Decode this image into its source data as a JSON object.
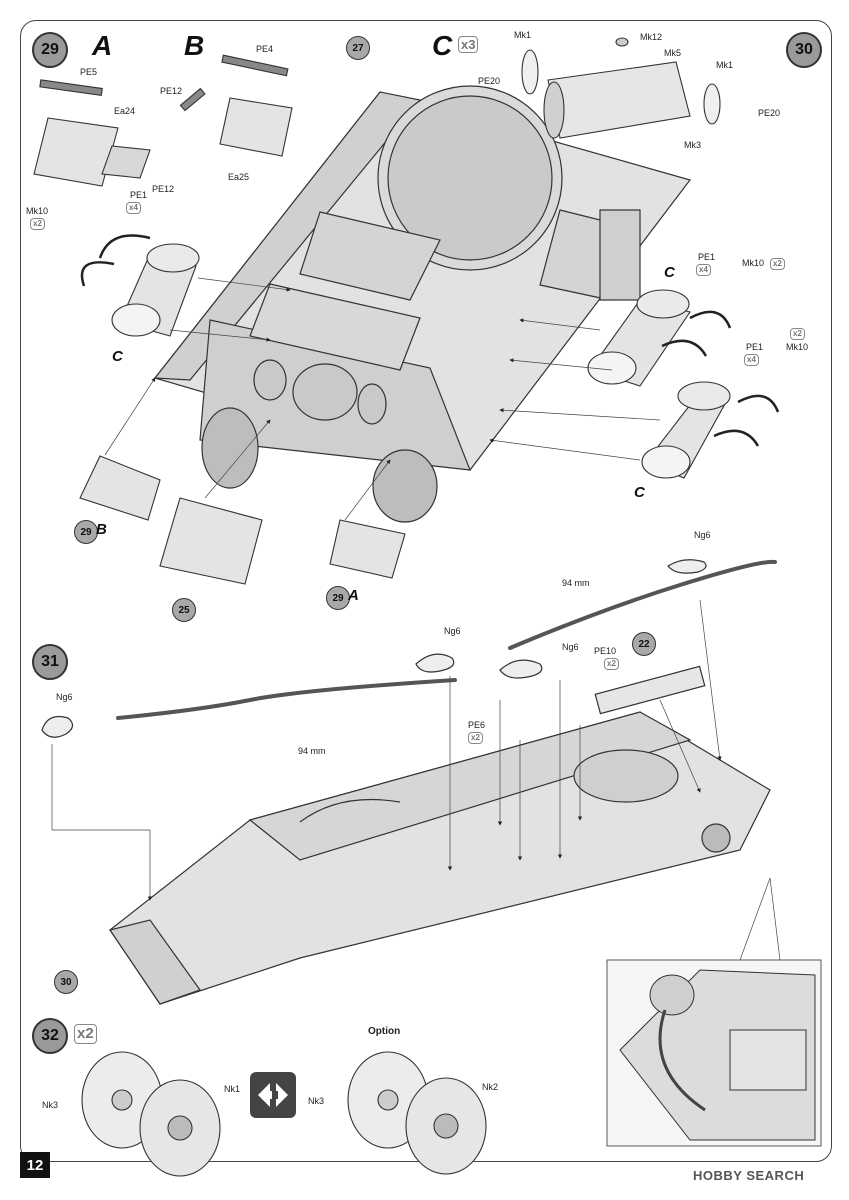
{
  "page_number": "12",
  "watermark": "HOBBY SEARCH",
  "steps": {
    "s29": "29",
    "s30": "30",
    "s31": "31",
    "s32": "32"
  },
  "refs": {
    "r27": "27",
    "r29b": "29",
    "r29b_letter": "B",
    "r25": "25",
    "r29a": "29",
    "r29a_letter": "A",
    "r22": "22",
    "r30": "30"
  },
  "sub_letters": {
    "a": "A",
    "b": "B",
    "c": "C",
    "c_mult": "x3"
  },
  "labels": {
    "pe5": "PE5",
    "ea24": "Ea24",
    "pe12_a": "PE12",
    "pe4": "PE4",
    "pe12_b": "PE12",
    "ea25": "Ea25",
    "pe1_l": "PE1",
    "pe1_l_mult": "x4",
    "mk10_l": "Mk10",
    "mk10_l_mult": "x2",
    "mk1_a": "Mk1",
    "mk12": "Mk12",
    "mk5": "Mk5",
    "mk1_b": "Mk1",
    "pe20_a": "PE20",
    "pe20_b": "PE20",
    "mk3": "Mk3",
    "pe1_r1": "PE1",
    "pe1_r1_mult": "x4",
    "mk10_r1": "Mk10",
    "mk10_r1_mult": "x2",
    "pe1_r2": "PE1",
    "pe1_r2_mult": "x4",
    "mk10_r2": "Mk10",
    "mk10_r2_mult": "x2",
    "c1": "C",
    "c2": "C",
    "c3": "C",
    "ng6_top": "Ng6",
    "len_top": "94 mm",
    "ng6_mid1": "Ng6",
    "ng6_mid2": "Ng6",
    "pe10": "PE10",
    "pe10_mult": "x2",
    "pe6": "PE6",
    "pe6_mult": "x2",
    "ng6_left": "Ng6",
    "len_left": "94 mm",
    "s32_mult": "x2",
    "nk3_a": "Nk3",
    "nk1": "Nk1",
    "option": "Option",
    "nk3_b": "Nk3",
    "nk2": "Nk2"
  }
}
